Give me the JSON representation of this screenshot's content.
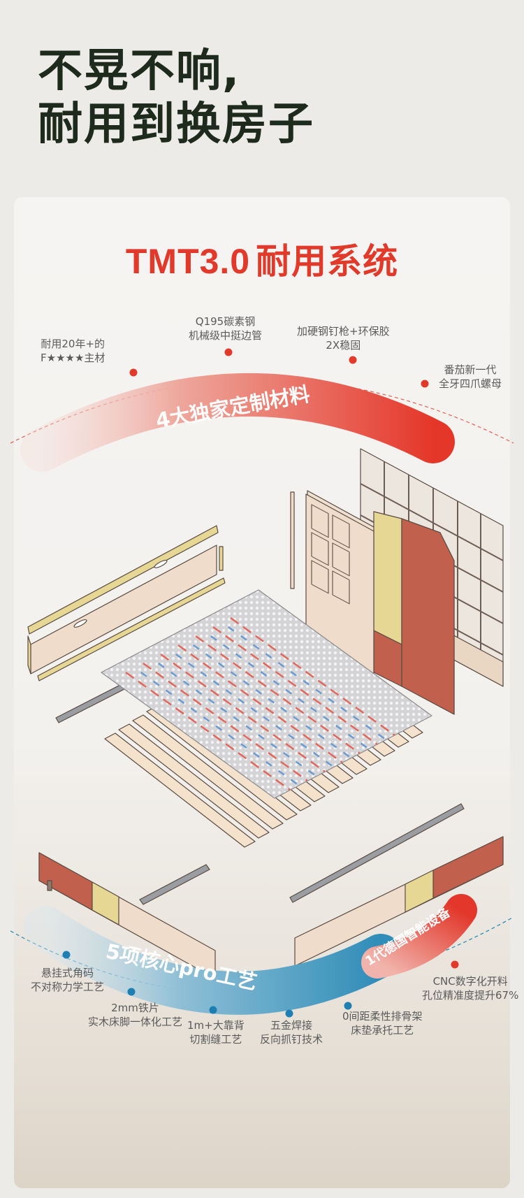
{
  "headline": {
    "line1": "不晃不响,",
    "line2": "耐用到换房子"
  },
  "card": {
    "title_part1": "TMT3.0",
    "title_part2": "耐用系统",
    "materials_banner": "4大独家定制材料",
    "craft_banner": "5项核心pro工艺",
    "equipment_banner": "1代德国智能设备",
    "materials": [
      {
        "line1": "耐用20年+的",
        "line2": "F★★★★主材"
      },
      {
        "line1": "Q195碳素钢",
        "line2": "机械级中挺边管"
      },
      {
        "line1": "加硬钢钉枪+环保胶",
        "line2": "2X稳固"
      },
      {
        "line1": "番茄新一代",
        "line2": "全牙四爪螺母"
      }
    ],
    "crafts": [
      {
        "line1": "悬挂式角码",
        "line2": "不对称力学工艺"
      },
      {
        "line1": "2mm铁片",
        "line2": "实木床脚一体化工艺"
      },
      {
        "line1": "1m+大靠背",
        "line2": "切割缝工艺"
      },
      {
        "line1": "五金焊接",
        "line2": "反向抓钉技术"
      },
      {
        "line1": "0间距柔性排骨架",
        "line2": "床垫承托工艺"
      },
      {
        "line1": "CNC数字化开料",
        "line2": "孔位精准度提升67%"
      }
    ]
  },
  "colors": {
    "headline": "#1d2a1c",
    "brand_red": "#e23a2a",
    "craft_blue": "#2f8db8",
    "dot_red": "#e23a2a",
    "dot_blue": "#1f7fb2",
    "upholstery_red": "#c0604d",
    "upholstery_yellow": "#e6d894",
    "wood_light": "#efdcca"
  },
  "icons": [
    "bed-frame-exploded-illustration",
    "red-dot-marker",
    "blue-dot-marker"
  ]
}
